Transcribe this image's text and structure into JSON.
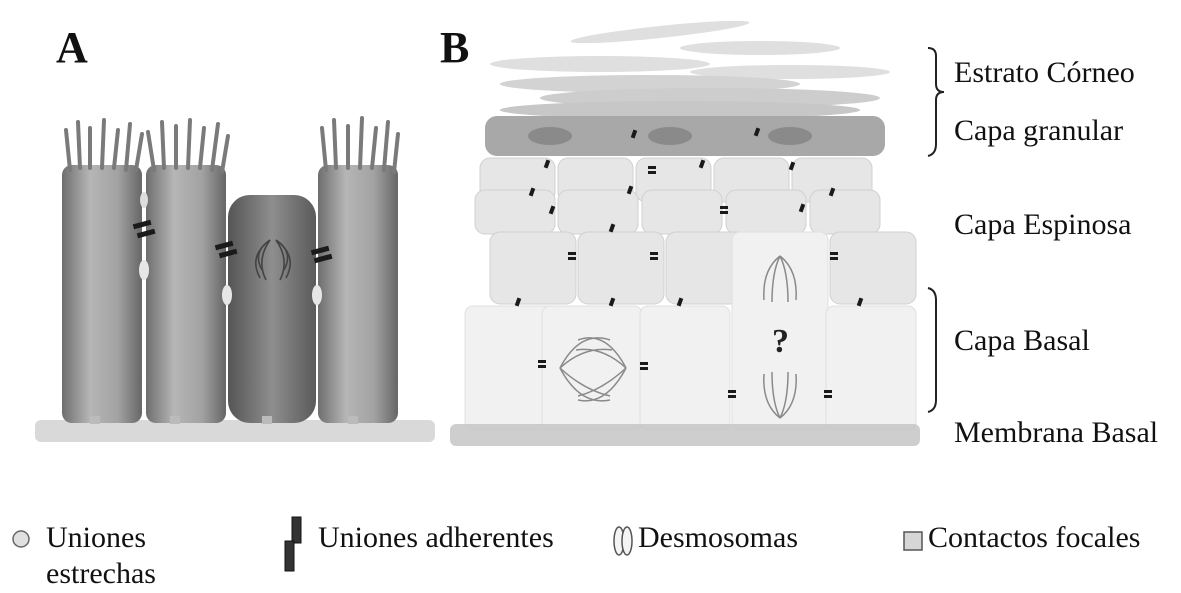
{
  "panels": {
    "a_label": "A",
    "b_label": "B"
  },
  "panel_b": {
    "question_mark": "?"
  },
  "layers": [
    {
      "label": "Estrato Córneo"
    },
    {
      "label": "Capa granular"
    },
    {
      "label": "Capa Espinosa"
    },
    {
      "label": "Capa Basal"
    },
    {
      "label": "Membrana Basal"
    }
  ],
  "legend": {
    "tight_junctions": {
      "line1": "Uniones",
      "line2": "estrechas"
    },
    "adherens_junctions": {
      "label": "Uniones adherentes"
    },
    "desmosomes": {
      "label": "Desmosomas"
    },
    "focal_contacts": {
      "label": "Contactos focales"
    }
  },
  "colors": {
    "cell_dark": "#8a8a8a",
    "cell_mid": "#b0b0b0",
    "cell_light": "#e4e4e4",
    "junction": "#1a1a1a",
    "membrane": "#bdbdbd"
  }
}
